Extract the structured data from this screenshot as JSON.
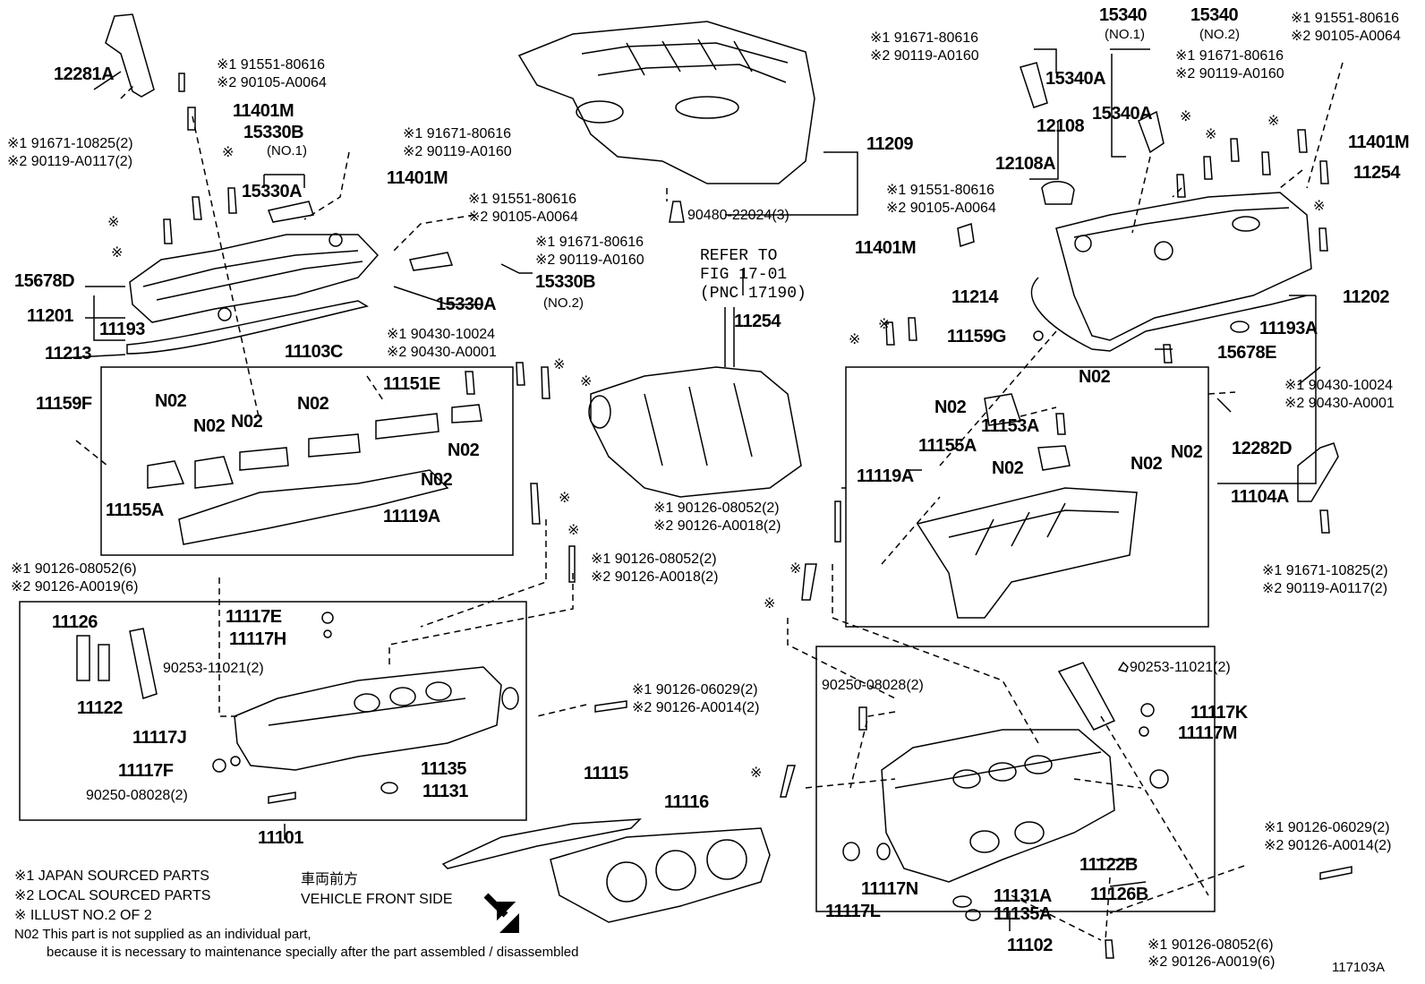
{
  "figure_id": "117103A",
  "refer": {
    "line1": "REFER TO",
    "line2": "FIG 17-01",
    "line3": "(PNC 17190)"
  },
  "front_side": {
    "jp": "車両前方",
    "en": "VEHICLE FRONT SIDE"
  },
  "legend": {
    "l1": "※1 JAPAN SOURCED PARTS",
    "l2": "※2 LOCAL SOURCED PARTS",
    "l3": "※  ILLUST NO.2 OF 2",
    "l4": "N02 This part is not supplied as an individual part,",
    "l5": "because it is necessary to maintenance specially after the part assembled / disassembled"
  },
  "labels": [
    {
      "t": "12281A",
      "c": "pn"
    },
    {
      "t": "※1 91551-80616",
      "c": "note"
    },
    {
      "t": "※2 90105-A0064",
      "c": "note"
    },
    {
      "t": "11401M",
      "c": "pn"
    },
    {
      "t": "※1 91671-10825(2)",
      "c": "note"
    },
    {
      "t": "※2 90119-A0117(2)",
      "c": "note"
    },
    {
      "t": "15330B",
      "c": "pn"
    },
    {
      "t": "(NO.1)",
      "c": "sub"
    },
    {
      "t": "※1 91671-80616",
      "c": "note"
    },
    {
      "t": "※2 90119-A0160",
      "c": "note"
    },
    {
      "t": "15330A",
      "c": "pn"
    },
    {
      "t": "11401M",
      "c": "pn"
    },
    {
      "t": "※1 91551-80616",
      "c": "note"
    },
    {
      "t": "※2 90105-A0064",
      "c": "note"
    },
    {
      "t": "※",
      "c": "note"
    },
    {
      "t": "※",
      "c": "note"
    },
    {
      "t": "※",
      "c": "note"
    },
    {
      "t": "※1 91671-80616",
      "c": "note"
    },
    {
      "t": "※2 90119-A0160",
      "c": "note"
    },
    {
      "t": "15678D",
      "c": "pn"
    },
    {
      "t": "15330A",
      "c": "pn"
    },
    {
      "t": "15330B",
      "c": "pn"
    },
    {
      "t": "(NO.2)",
      "c": "sub"
    },
    {
      "t": "11201",
      "c": "pn"
    },
    {
      "t": "11193",
      "c": "pn"
    },
    {
      "t": "11213",
      "c": "pn"
    },
    {
      "t": "11103C",
      "c": "pn"
    },
    {
      "t": "※1 90430-10024",
      "c": "note"
    },
    {
      "t": "※2 90430-A0001",
      "c": "note"
    },
    {
      "t": "11159F",
      "c": "pn"
    },
    {
      "t": "11151E",
      "c": "pn"
    },
    {
      "t": "※",
      "c": "note"
    },
    {
      "t": "※",
      "c": "note"
    },
    {
      "t": "N02",
      "c": "pn"
    },
    {
      "t": "N02",
      "c": "pn"
    },
    {
      "t": "N02",
      "c": "pn"
    },
    {
      "t": "N02",
      "c": "pn"
    },
    {
      "t": "N02",
      "c": "pn"
    },
    {
      "t": "N02",
      "c": "pn"
    },
    {
      "t": "11155A",
      "c": "pn"
    },
    {
      "t": "11119A",
      "c": "pn"
    },
    {
      "t": "※",
      "c": "note"
    },
    {
      "t": "※",
      "c": "note"
    },
    {
      "t": "※1 90126-08052(6)",
      "c": "note"
    },
    {
      "t": "※2 90126-A0019(6)",
      "c": "note"
    },
    {
      "t": "※1 90126-08052(2)",
      "c": "note"
    },
    {
      "t": "※2 90126-A0018(2)",
      "c": "note"
    },
    {
      "t": "11126",
      "c": "pn"
    },
    {
      "t": "11117E",
      "c": "pn"
    },
    {
      "t": "11117H",
      "c": "pn"
    },
    {
      "t": "90253-11021(2)",
      "c": "note"
    },
    {
      "t": "11122",
      "c": "pn"
    },
    {
      "t": "※1 90126-06029(2)",
      "c": "note"
    },
    {
      "t": "※2 90126-A0014(2)",
      "c": "note"
    },
    {
      "t": "11117J",
      "c": "pn"
    },
    {
      "t": "11117F",
      "c": "pn"
    },
    {
      "t": "90250-08028(2)",
      "c": "note"
    },
    {
      "t": "11135",
      "c": "pn"
    },
    {
      "t": "11131",
      "c": "pn"
    },
    {
      "t": "11101",
      "c": "pn"
    },
    {
      "t": "11115",
      "c": "pn"
    },
    {
      "t": "11116",
      "c": "pn"
    },
    {
      "t": "11209",
      "c": "pn"
    },
    {
      "t": "90480-22024(3)",
      "c": "note"
    },
    {
      "t": "11254",
      "c": "pn"
    },
    {
      "t": "※1 90126-08052(2)",
      "c": "note"
    },
    {
      "t": "※2 90126-A0018(2)",
      "c": "note"
    },
    {
      "t": "15340",
      "c": "pn"
    },
    {
      "t": "(NO.1)",
      "c": "sub"
    },
    {
      "t": "15340",
      "c": "pn"
    },
    {
      "t": "(NO.2)",
      "c": "sub"
    },
    {
      "t": "※1 91671-80616",
      "c": "note"
    },
    {
      "t": "※2 90119-A0160",
      "c": "note"
    },
    {
      "t": "※1 91551-80616",
      "c": "note"
    },
    {
      "t": "※2 90105-A0064",
      "c": "note"
    },
    {
      "t": "15340A",
      "c": "pn"
    },
    {
      "t": "※1 91671-80616",
      "c": "note"
    },
    {
      "t": "※2 90119-A0160",
      "c": "note"
    },
    {
      "t": "12108",
      "c": "pn"
    },
    {
      "t": "15340A",
      "c": "pn"
    },
    {
      "t": "12108A",
      "c": "pn"
    },
    {
      "t": "11401M",
      "c": "pn"
    },
    {
      "t": "11254",
      "c": "pn"
    },
    {
      "t": "※1 91551-80616",
      "c": "note"
    },
    {
      "t": "※2 90105-A0064",
      "c": "note"
    },
    {
      "t": "11401M",
      "c": "pn"
    },
    {
      "t": "11214",
      "c": "pn"
    },
    {
      "t": "11202",
      "c": "pn"
    },
    {
      "t": "11193A",
      "c": "pn"
    },
    {
      "t": "※",
      "c": "note"
    },
    {
      "t": "※",
      "c": "note"
    },
    {
      "t": "11159G",
      "c": "pn"
    },
    {
      "t": "15678E",
      "c": "pn"
    },
    {
      "t": "※",
      "c": "note"
    },
    {
      "t": "※",
      "c": "note"
    },
    {
      "t": "※",
      "c": "note"
    },
    {
      "t": "※",
      "c": "note"
    },
    {
      "t": "N02",
      "c": "pn"
    },
    {
      "t": "N02",
      "c": "pn"
    },
    {
      "t": "11153A",
      "c": "pn"
    },
    {
      "t": "※1 90430-10024",
      "c": "note"
    },
    {
      "t": "※2 90430-A0001",
      "c": "note"
    },
    {
      "t": "11155A",
      "c": "pn"
    },
    {
      "t": "N02",
      "c": "pn"
    },
    {
      "t": "N02",
      "c": "pn"
    },
    {
      "t": "N02",
      "c": "pn"
    },
    {
      "t": "12282D",
      "c": "pn"
    },
    {
      "t": "11119A",
      "c": "pn"
    },
    {
      "t": "11104A",
      "c": "pn"
    },
    {
      "t": "※1 91671-10825(2)",
      "c": "note"
    },
    {
      "t": "※2 90119-A0117(2)",
      "c": "note"
    },
    {
      "t": "※",
      "c": "note"
    },
    {
      "t": "※",
      "c": "note"
    },
    {
      "t": "90253-11021(2)",
      "c": "note"
    },
    {
      "t": "90250-08028(2)",
      "c": "note"
    },
    {
      "t": "11117K",
      "c": "pn"
    },
    {
      "t": "11117M",
      "c": "pn"
    },
    {
      "t": "※",
      "c": "note"
    },
    {
      "t": "※1 90126-06029(2)",
      "c": "note"
    },
    {
      "t": "※2 90126-A0014(2)",
      "c": "note"
    },
    {
      "t": "11122B",
      "c": "pn"
    },
    {
      "t": "11126B",
      "c": "pn"
    },
    {
      "t": "11117L",
      "c": "pn"
    },
    {
      "t": "11117N",
      "c": "pn"
    },
    {
      "t": "11131A",
      "c": "pn"
    },
    {
      "t": "11135A",
      "c": "pn"
    },
    {
      "t": "11102",
      "c": "pn"
    },
    {
      "t": "※1 90126-08052(6)",
      "c": "note"
    },
    {
      "t": "※2 90126-A0019(6)",
      "c": "note"
    }
  ]
}
